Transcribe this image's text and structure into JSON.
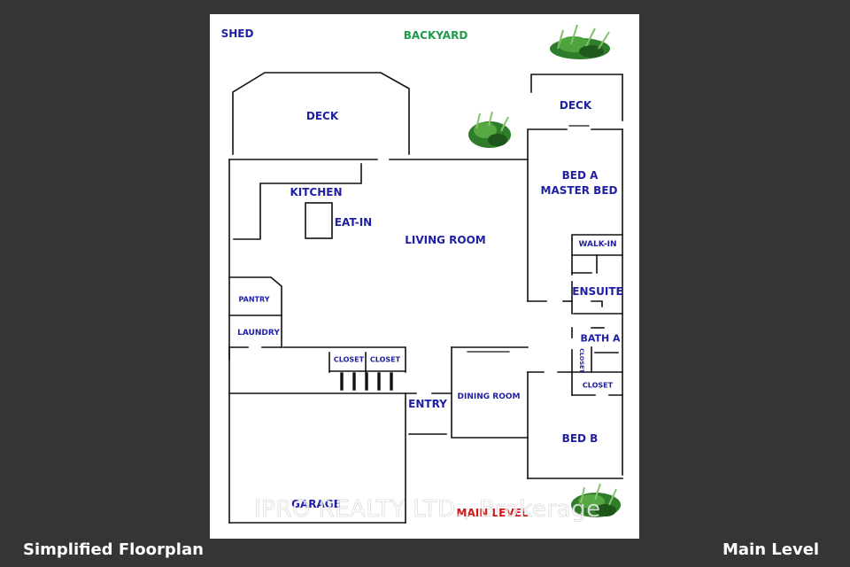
{
  "floorplan": {
    "labels": {
      "shed": "SHED",
      "backyard": "BACKYARD",
      "deck_left": "DECK",
      "deck_right": "DECK",
      "kitchen": "KITCHEN",
      "eat_in": "EAT-IN",
      "living_room": "LIVING ROOM",
      "bed_a": "BED A",
      "master_bed": "MASTER BED",
      "walk_in": "WALK-IN",
      "ensuite": "ENSUITE",
      "bath_a": "BATH A",
      "closet_vertical": "CLOSET",
      "closet_right": "CLOSET",
      "pantry": "PANTRY",
      "laundry": "LAUNDRY",
      "closet_1": "CLOSET",
      "closet_2": "CLOSET",
      "entry": "ENTRY",
      "dining_room": "DINING ROOM",
      "bed_b": "BED B",
      "garage": "GARAGE",
      "main_level_tag": "MAIN LEVEL"
    },
    "colors": {
      "room_label": "#1f1fa3",
      "backyard_label": "#1e9a4a",
      "level_tag": "#d01818",
      "wall": "#111111",
      "background": "#353535"
    },
    "icons": [
      "shrub-icon",
      "shrub-icon",
      "shrub-icon"
    ]
  },
  "watermark": "IPRO REALTY LTD., Brokerage",
  "footer": {
    "left_caption": "Simplified Floorplan",
    "right_caption": "Main Level"
  }
}
